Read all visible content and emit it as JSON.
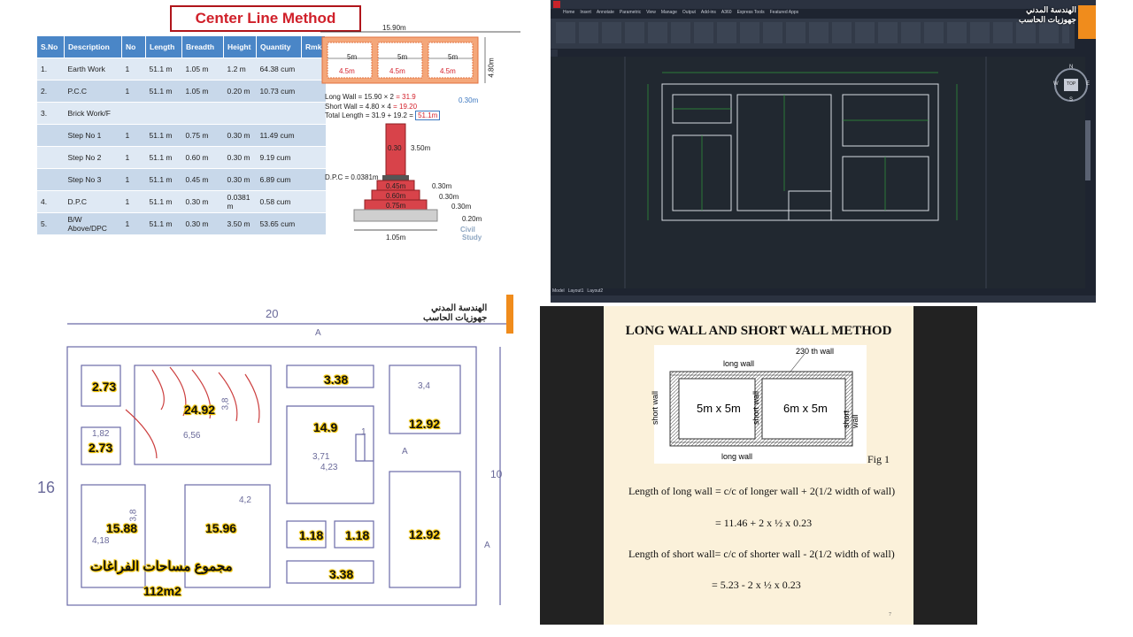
{
  "q1": {
    "title": "Center Line Method",
    "headers": [
      "S.No",
      "Description",
      "No",
      "Length",
      "Breadth",
      "Height",
      "Quantity",
      "Rmk"
    ],
    "rows": [
      [
        "1.",
        "Earth Work",
        "1",
        "51.1 m",
        "1.05 m",
        "1.2 m",
        "64.38 cum",
        ""
      ],
      [
        "2.",
        "P.C.C",
        "1",
        "51.1 m",
        "1.05 m",
        "0.20 m",
        "10.73 cum",
        ""
      ],
      [
        "3.",
        "Brick Work/F",
        "",
        "",
        "",
        "",
        "",
        ""
      ],
      [
        "",
        "Step No 1",
        "1",
        "51.1 m",
        "0.75 m",
        "0.30 m",
        "11.49 cum",
        ""
      ],
      [
        "",
        "Step No 2",
        "1",
        "51.1 m",
        "0.60 m",
        "0.30 m",
        "9.19 cum",
        ""
      ],
      [
        "",
        "Step No 3",
        "1",
        "51.1 m",
        "0.45 m",
        "0.30 m",
        "6.89 cum",
        ""
      ],
      [
        "4.",
        "D.P.C",
        "1",
        "51.1 m",
        "0.30 m",
        "0.0381 m",
        "0.58 cum",
        ""
      ],
      [
        "5.",
        "B/W Above/DPC",
        "1",
        "51.1 m",
        "0.30 m",
        "3.50 m",
        "53.65 cum",
        ""
      ]
    ],
    "plan": {
      "top": "15.90m",
      "room": "5m",
      "depth": "4.5m",
      "side": "4.80m",
      "wall": "0.30m",
      "long_wall_label": "Long Wall",
      "long_wall_expr": "= 15.90 × 2",
      "long_wall_result": "= 31.9",
      "short_wall_label": "Short Wall",
      "short_wall_expr": "= 4.80 × 4",
      "short_wall_result": "= 19.20",
      "total_label": "Total Length = 31.9 + 19.2 =",
      "total_result": "51.1m"
    },
    "section": {
      "h1": "0.30",
      "h2": "3.50m",
      "dpc": "D.P.C = 0.0381m",
      "s1": "0.45m",
      "s2": "0.60m",
      "s3": "0.75m",
      "r1": "0.30m",
      "r2": "0.30m",
      "r3": "0.30m",
      "r4": "0.20m",
      "base": "1.05m",
      "logo_top": "Civil",
      "logo_bottom": "Study"
    }
  },
  "q2": {
    "tabs": [
      "Home",
      "Insert",
      "Annotate",
      "Parametric",
      "View",
      "Manage",
      "Output",
      "Add-ins",
      "A360",
      "Express Tools",
      "Featured Apps"
    ],
    "watermark_line1": "الهندسة المدني",
    "watermark_line2": "جهوزيات الحاسب",
    "compass": {
      "n": "N",
      "s": "S",
      "e": "E",
      "w": "W",
      "top": "TOP"
    },
    "layout_tabs": [
      "Model",
      "Layout1",
      "Layout2"
    ]
  },
  "q3": {
    "width": "20",
    "height": "16",
    "right": "10",
    "section_label": "A",
    "dims": [
      "3,4",
      "4,2",
      "4,23",
      "6,56",
      "1,82",
      "3,71",
      "4,18",
      "1",
      "3,8",
      "3,8"
    ],
    "areas": [
      "2.73",
      "24.92",
      "3.38",
      "12.92",
      "2.73",
      "14.9",
      "12.92",
      "15.88",
      "15.96",
      "1.18",
      "1.18",
      "3.38"
    ],
    "watermark_line1": "الهندسة المدني",
    "watermark_line2": "جهوزيات الحاسب",
    "total_label": "مجموع مساحات الفراغات",
    "total_value": "112m2"
  },
  "q4": {
    "title": "LONG WALL AND SHORT WALL METHOD",
    "thickness": "230 th wall",
    "long_wall": "long wall",
    "short_wall": "short wall",
    "room1": "5m x 5m",
    "room2": "6m x 5m",
    "fig": "Fig 1",
    "eq1": "Length of long wall = c/c of longer wall + 2(1/2 width of wall)",
    "eq2": "= 11.46 + 2 x ½ x 0.23",
    "eq3": "Length of short wall= c/c of shorter wall - 2(1/2 width of wall)",
    "eq4": "=  5.23 -  2 x ½ x 0.23",
    "page": "7"
  }
}
